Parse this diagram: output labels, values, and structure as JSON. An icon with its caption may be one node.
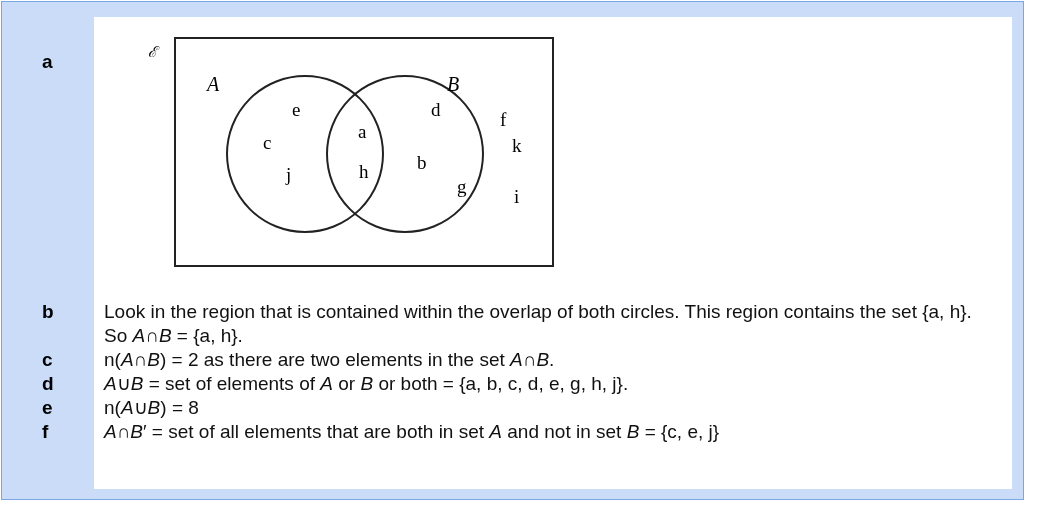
{
  "diagram": {
    "nodes": [
      {
        "text": [
          "ℰ"
        ]
      },
      {
        "text": [
          "A"
        ],
        "in": 0
      },
      {
        "text": [
          "B"
        ],
        "in": 0
      }
    ],
    "labels": [
      "a",
      "e",
      "d",
      "f",
      "a",
      "c",
      "k",
      "b",
      "h",
      "j",
      "g",
      "i",
      "b",
      "Look in the region that is contained within the overlap of both circles. This region contains the set {a, h}. So *A*∩*B* = {a, h}.",
      "c",
      "n(*A*∩*B*) = 2 as there are two elements in the set *A*∩*B*.",
      "d",
      "*A*∪*B* = set of elements of *A* or *B* or both = {a, b, c, d, e, g, h, j}.",
      "e",
      "n(*A*∪*B*) = 8",
      "f",
      "*A*∩*B*′ = set of all elements that are both in set *A* and not in set *B* = {c, e, j}"
    ]
  }
}
